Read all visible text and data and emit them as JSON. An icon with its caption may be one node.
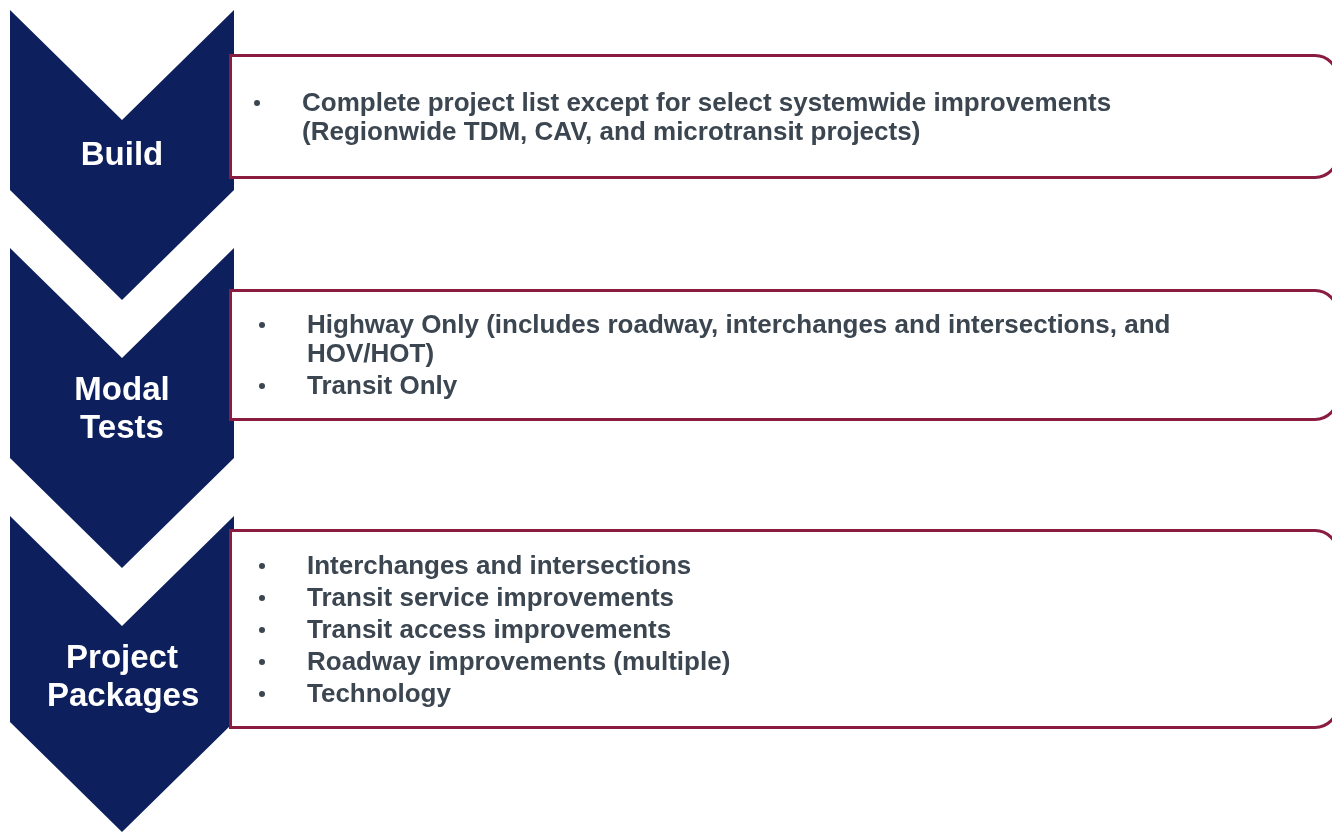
{
  "diagram": {
    "nodes": [
      {
        "text": [
          "Build"
        ]
      },
      {
        "text": [
          "Complete project list except for select systemwide improvements (Regionwide TDM, CAV, and microtransit projects)"
        ]
      },
      {
        "text": [
          "Modal Tests"
        ]
      },
      {
        "text": [
          "Highway Only (includes roadway, interchanges and intersections, and HOV/HOT)",
          "Transit Only"
        ]
      },
      {
        "text": [
          "Project Packages"
        ]
      },
      {
        "text": [
          "Interchanges and intersections",
          "Transit service improvements",
          "Transit access improvements",
          "Roadway improvements (multiple)",
          "Technology"
        ]
      }
    ]
  }
}
